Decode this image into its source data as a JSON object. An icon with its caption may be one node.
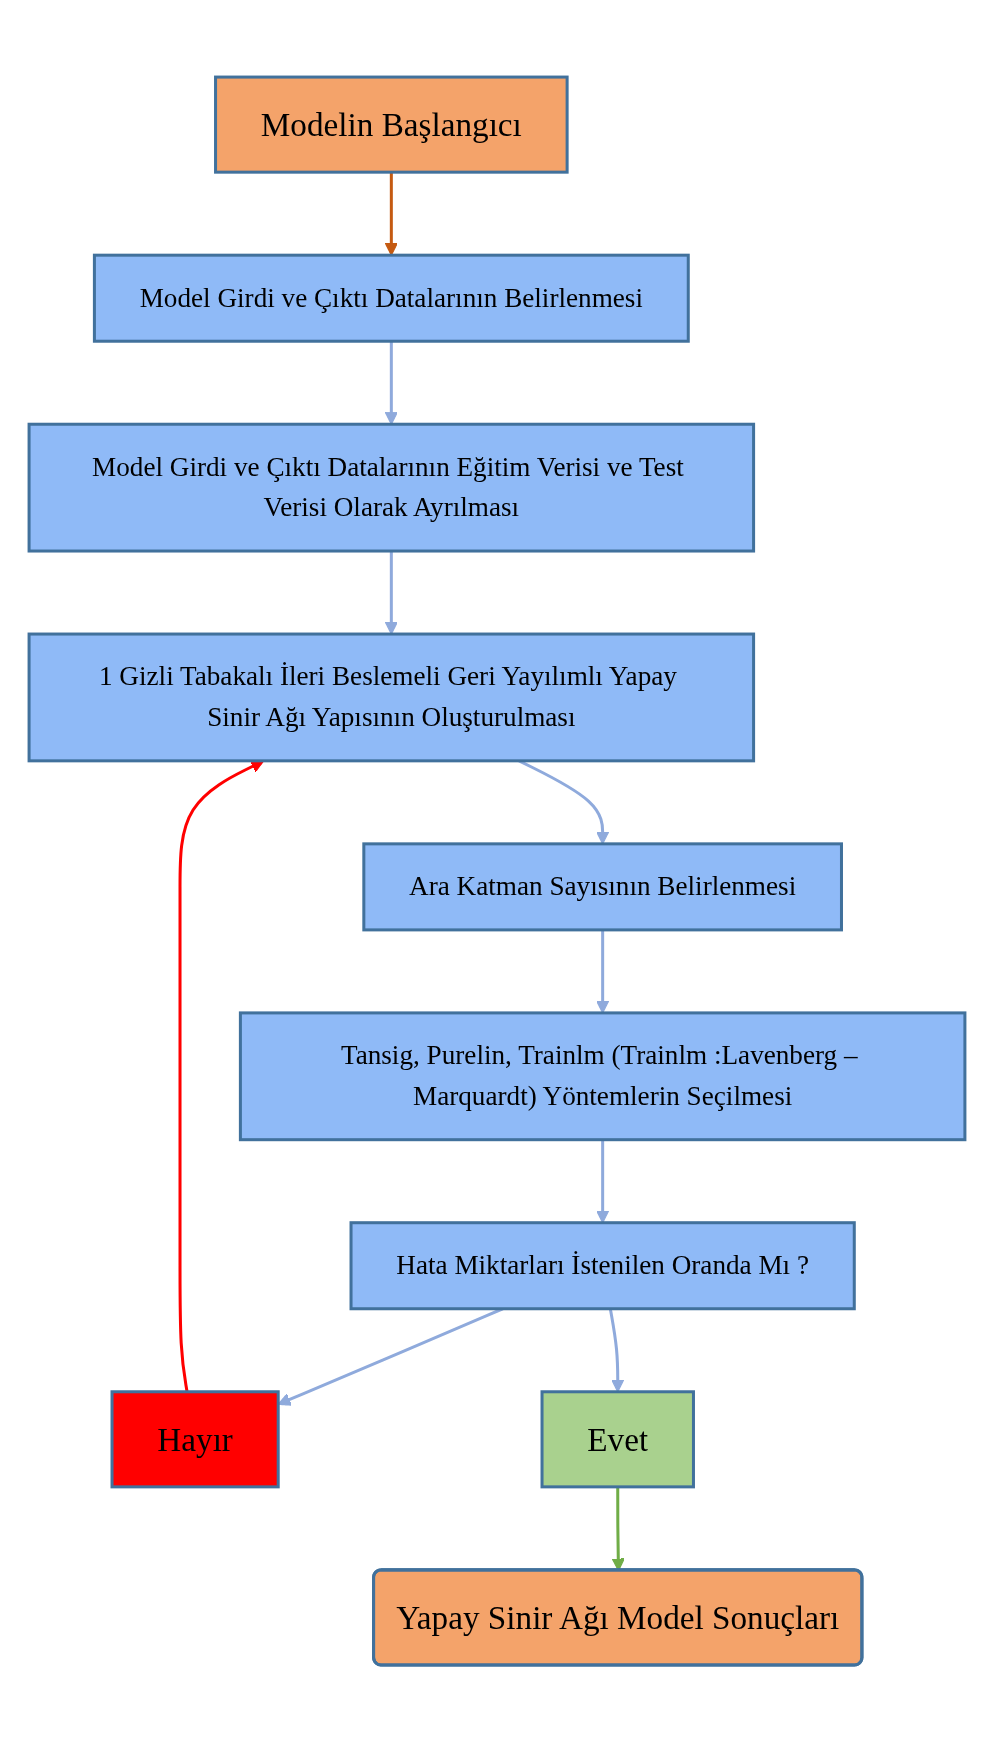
{
  "diagram": {
    "nodes": [
      {
        "text": [
          "Modelin Başlangıcı"
        ]
      },
      {
        "text": [
          "Model Girdi ve Çıktı Datalarının Belirlenmesi"
        ]
      },
      {
        "text": [
          "Model Girdi ve Çıktı Datalarının Eğitim Verisi ve Test Verisi Olarak Ayrılması"
        ]
      },
      {
        "text": [
          "1 Gizli Tabakalı İleri Beslemeli Geri Yayılımlı Yapay Sinir Ağı Yapısının Oluşturulması"
        ]
      },
      {
        "text": [
          "Ara Katman Sayısının Belirlenmesi"
        ]
      },
      {
        "text": [
          "Tansig, Purelin, Trainlm (Trainlm :Lavenberg – Marquardt) Yöntemlerin Seçilmesi"
        ]
      },
      {
        "text": [
          "Hata Miktarları İstenilen Oranda Mı ?"
        ]
      },
      {
        "text": [
          "Hayır"
        ]
      },
      {
        "text": [
          "Evet"
        ]
      },
      {
        "text": [
          "Yapay Sinir Ağı Model Sonuçları"
        ]
      }
    ],
    "edges": [
      {
        "from": 0,
        "to": 1,
        "arrow": "to",
        "color": "#c55a11"
      },
      {
        "from": 1,
        "to": 2,
        "arrow": "to"
      },
      {
        "from": 2,
        "to": 3,
        "arrow": "to"
      },
      {
        "from": 3,
        "to": 4,
        "arrow": "to"
      },
      {
        "from": 4,
        "to": 5,
        "arrow": "to"
      },
      {
        "from": 5,
        "to": 6,
        "arrow": "to"
      },
      {
        "from": 6,
        "to": 7,
        "arrow": "to"
      },
      {
        "from": 6,
        "to": 8,
        "arrow": "to"
      },
      {
        "from": 8,
        "to": 9,
        "arrow": "to",
        "color": "#70ad47"
      },
      {
        "from": 7,
        "to": 3,
        "arrow": "to",
        "color": "#ff0000"
      }
    ]
  }
}
